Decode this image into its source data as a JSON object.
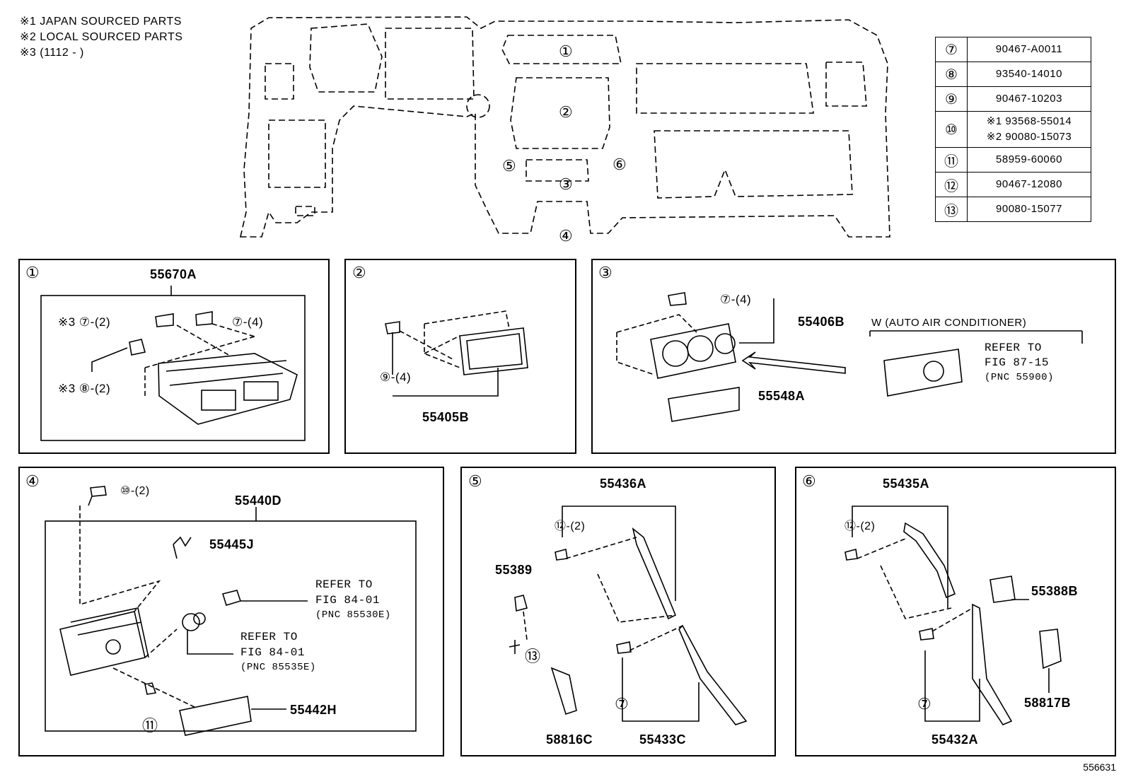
{
  "notes": [
    "※1 JAPAN SOURCED PARTS",
    "※2 LOCAL SOURCED PARTS",
    "※3 (1112 -     )"
  ],
  "overview_callouts": [
    "①",
    "②",
    "③",
    "④",
    "⑤",
    "⑥"
  ],
  "parts_table": [
    {
      "key": "⑦",
      "values": [
        "90467-A0011"
      ]
    },
    {
      "key": "⑧",
      "values": [
        "93540-14010"
      ]
    },
    {
      "key": "⑨",
      "values": [
        "90467-10203"
      ]
    },
    {
      "key": "⑩",
      "values": [
        "※1 93568-55014",
        "※2 90080-15073"
      ]
    },
    {
      "key": "⑪",
      "values": [
        "58959-60060"
      ]
    },
    {
      "key": "⑫",
      "values": [
        "90467-12080"
      ]
    },
    {
      "key": "⑬",
      "values": [
        "90080-15077"
      ]
    }
  ],
  "panels": {
    "p1": {
      "num": "①",
      "part": "55670A",
      "c1": "※3 ⑦-(2)",
      "c2": "⑦-(4)",
      "c3": "※3 ⑧-(2)"
    },
    "p2": {
      "num": "②",
      "part": "55405B",
      "c1": "⑨-(4)"
    },
    "p3": {
      "num": "③",
      "part1": "55406B",
      "part2": "55548A",
      "c1": "⑦-(4)",
      "auto": "W (AUTO AIR CONDITIONER)",
      "ref1": "REFER TO",
      "ref2": "FIG 87-15",
      "ref3": "(PNC 55900)"
    },
    "p4": {
      "num": "④",
      "part1": "55440D",
      "part2": "55445J",
      "part3": "55442H",
      "c1": "⑩-(2)",
      "c2": "⑪",
      "refA1": "REFER TO",
      "refA2": "FIG 84-01",
      "refA3": "(PNC 85530E)",
      "refB1": "REFER TO",
      "refB2": "FIG 84-01",
      "refB3": "(PNC 85535E)"
    },
    "p5": {
      "num": "⑤",
      "part1": "55436A",
      "part2": "55389",
      "part3": "58816C",
      "part4": "55433C",
      "c1": "⑫-(2)",
      "c2": "⑬",
      "c3": "⑦"
    },
    "p6": {
      "num": "⑥",
      "part1": "55435A",
      "part2": "55388B",
      "part3": "58817B",
      "part4": "55432A",
      "c1": "⑫-(2)",
      "c2": "⑦"
    }
  },
  "footer": "556631"
}
